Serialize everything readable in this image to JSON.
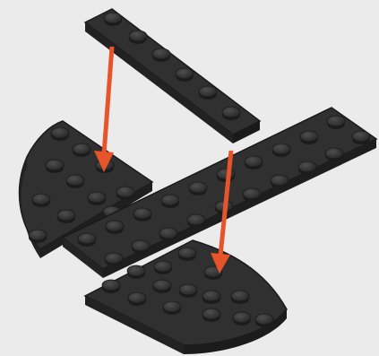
{
  "scene": {
    "background_color": "#ebebeb",
    "brick_color": "#2d2d2d",
    "brick_edge_color": "#1e1e1e",
    "stud_color": "#3a3a3a",
    "arrow_color": "#e8542a",
    "parts": [
      {
        "name": "long-plate",
        "studs": 6
      },
      {
        "name": "quarter-circle-plate-left",
        "studs": 12
      },
      {
        "name": "long-plate-base",
        "studs": 16
      },
      {
        "name": "quarter-circle-plate-right",
        "studs": 12
      }
    ],
    "arrows": [
      {
        "name": "arrow-left"
      },
      {
        "name": "arrow-right"
      }
    ]
  }
}
